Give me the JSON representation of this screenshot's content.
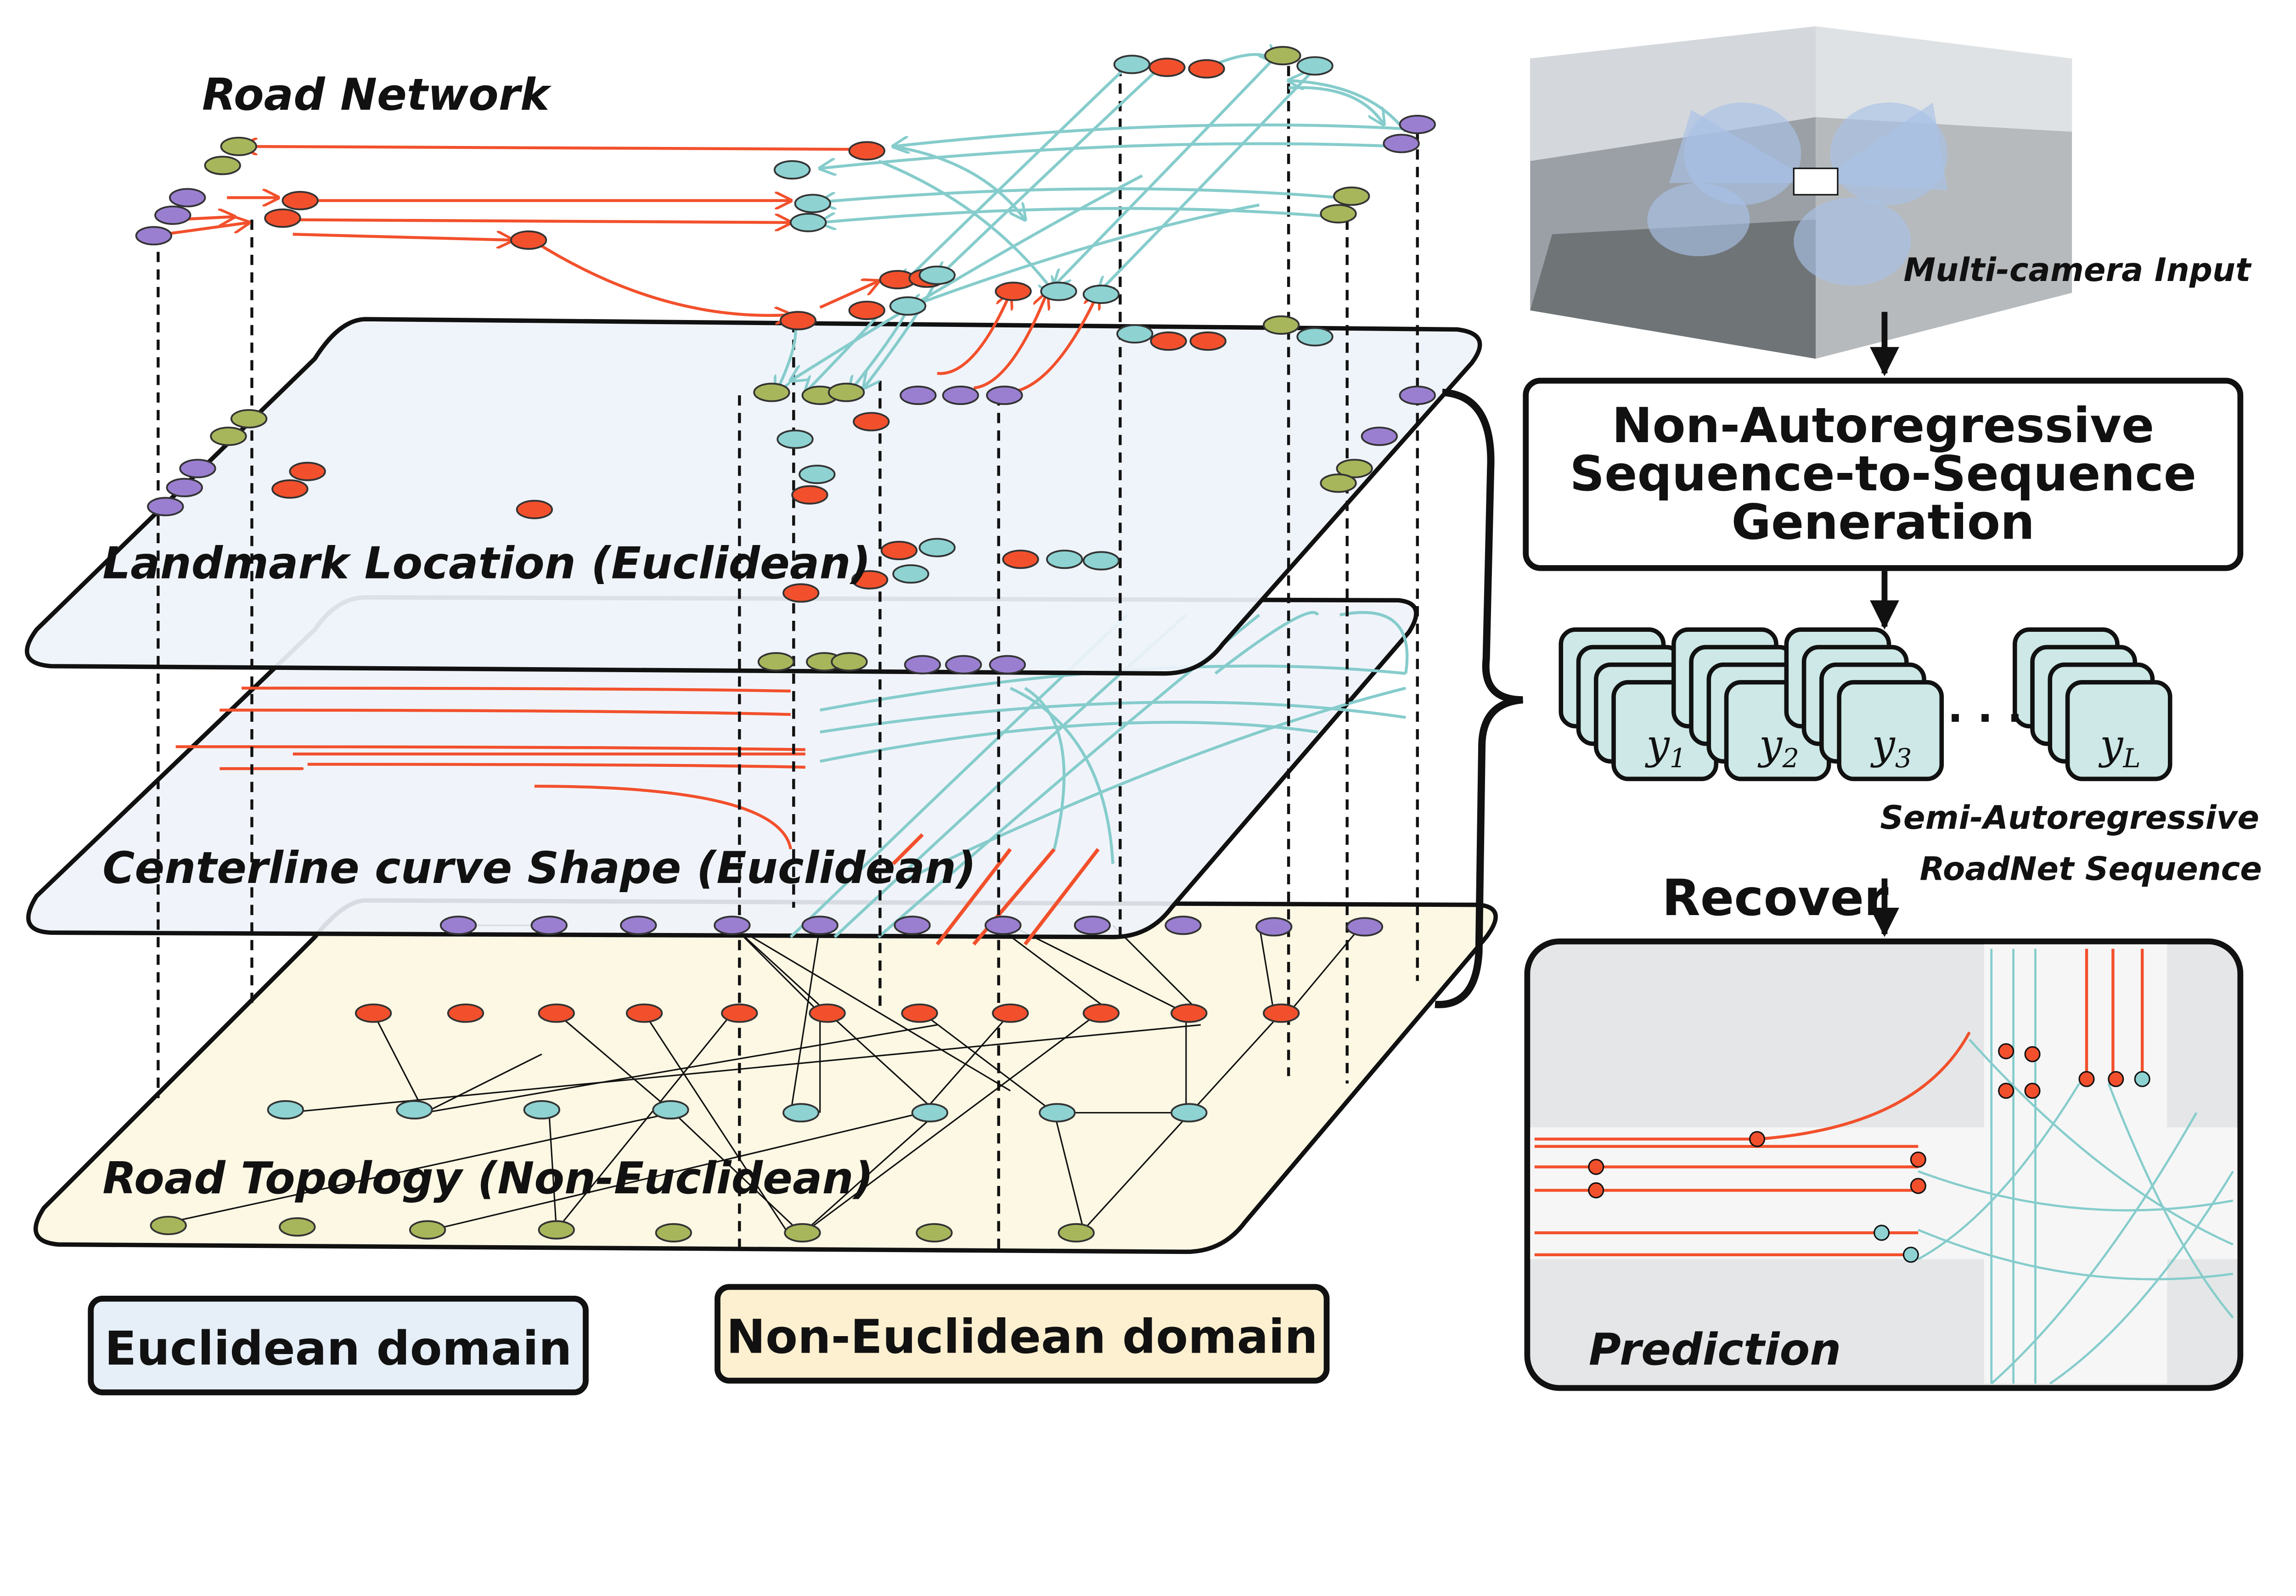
{
  "left": {
    "road_network_label": "Road Network",
    "layers": [
      {
        "label": "Landmark Location (Euclidean)"
      },
      {
        "label": "Centerline curve Shape (Euclidean)"
      },
      {
        "label": "Road Topology (Non-Euclidean)"
      }
    ],
    "legend": {
      "euclidean": "Euclidean domain",
      "non_euclidean": "Non-Euclidean domain"
    }
  },
  "right": {
    "camera_label": "Multi-camera Input",
    "generator_box": [
      "Non-Autoregressive",
      "Sequence-to-Sequence",
      "Generation"
    ],
    "tokens": [
      {
        "base": "y",
        "sub": "1"
      },
      {
        "base": "y",
        "sub": "2"
      },
      {
        "base": "y",
        "sub": "3"
      },
      {
        "base": "y",
        "sub": "L"
      }
    ],
    "ellipsis": "· · ·",
    "sequence_label": [
      "Semi-Autoregressive",
      "RoadNet Sequence"
    ],
    "recover_label": "Recover",
    "prediction_label": "Prediction"
  },
  "colors": {
    "purple_node": "#9a7fd1",
    "red_node": "#f2502c",
    "teal_node": "#8ed2d2",
    "olive_node": "#a8b65b",
    "red_edge": "#f2502c",
    "teal_edge": "#86cccc",
    "euclidean_fill": "#e8eff8",
    "non_euclidean_fill": "#fdf1d2",
    "token_fill": "#cde8e6"
  }
}
